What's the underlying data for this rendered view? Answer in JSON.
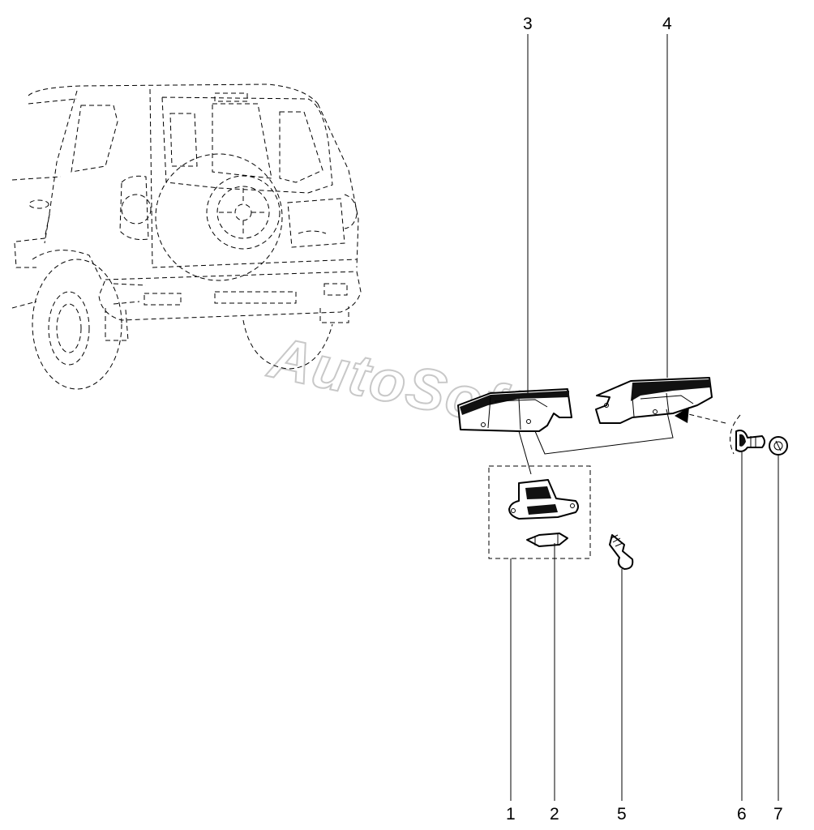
{
  "callouts": {
    "c1": "1",
    "c2": "2",
    "c3": "3",
    "c4": "4",
    "c5": "5",
    "c6": "6",
    "c7": "7"
  },
  "watermark": "AutoSoft"
}
